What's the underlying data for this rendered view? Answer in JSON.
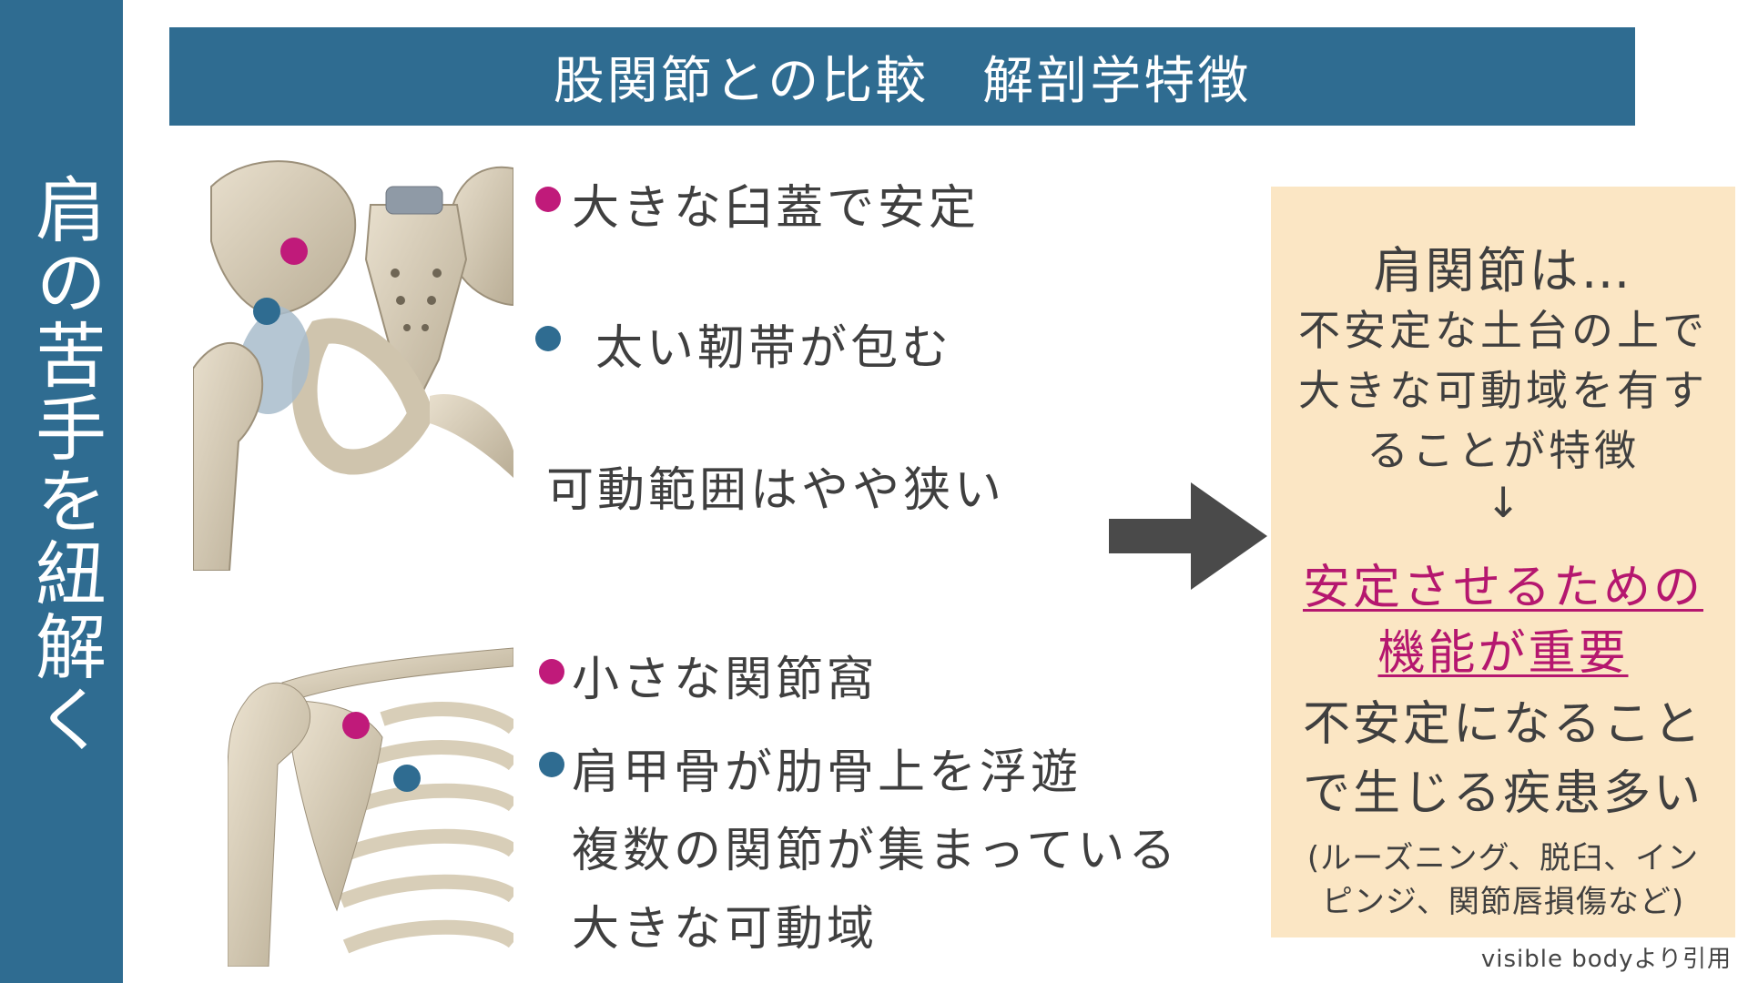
{
  "sidebar": {
    "title": "肩の苦手を紐解く"
  },
  "header": {
    "title": "股関節との比較　解剖学特徴"
  },
  "hip_section": {
    "bullet1": "大きな臼蓋で安定",
    "bullet2": "太い靭帯が包む",
    "line3": "可動範囲はやや狭い"
  },
  "shoulder_section": {
    "bullet1": "小さな関節窩",
    "bullet2": "肩甲骨が肋骨上を浮遊",
    "line3": "複数の関節が集まっている",
    "line4": "大きな可動域"
  },
  "info_box": {
    "heading": "肩関節は…",
    "line1": "不安定な土台の上で",
    "line2": "大きな可動域を有す",
    "line3": "ることが特徴",
    "arrow": "↓",
    "highlight1": "安定させるための",
    "highlight2": "機能が重要",
    "line4": "不安定になること",
    "line5": "で生じる疾患多い",
    "note1": "(ルーズニング、脱臼、イン",
    "note2": "ピンジ、関節唇損傷など)"
  },
  "credit": "visible bodyより引用",
  "colors": {
    "brand_blue": "#2f6c91",
    "accent_pink": "#c01a7a",
    "box_bg": "#fbe6c4",
    "arrow": "#4a4a4a"
  },
  "icons": {
    "arrow": "right-arrow-icon",
    "down_arrow": "down-arrow-icon"
  }
}
